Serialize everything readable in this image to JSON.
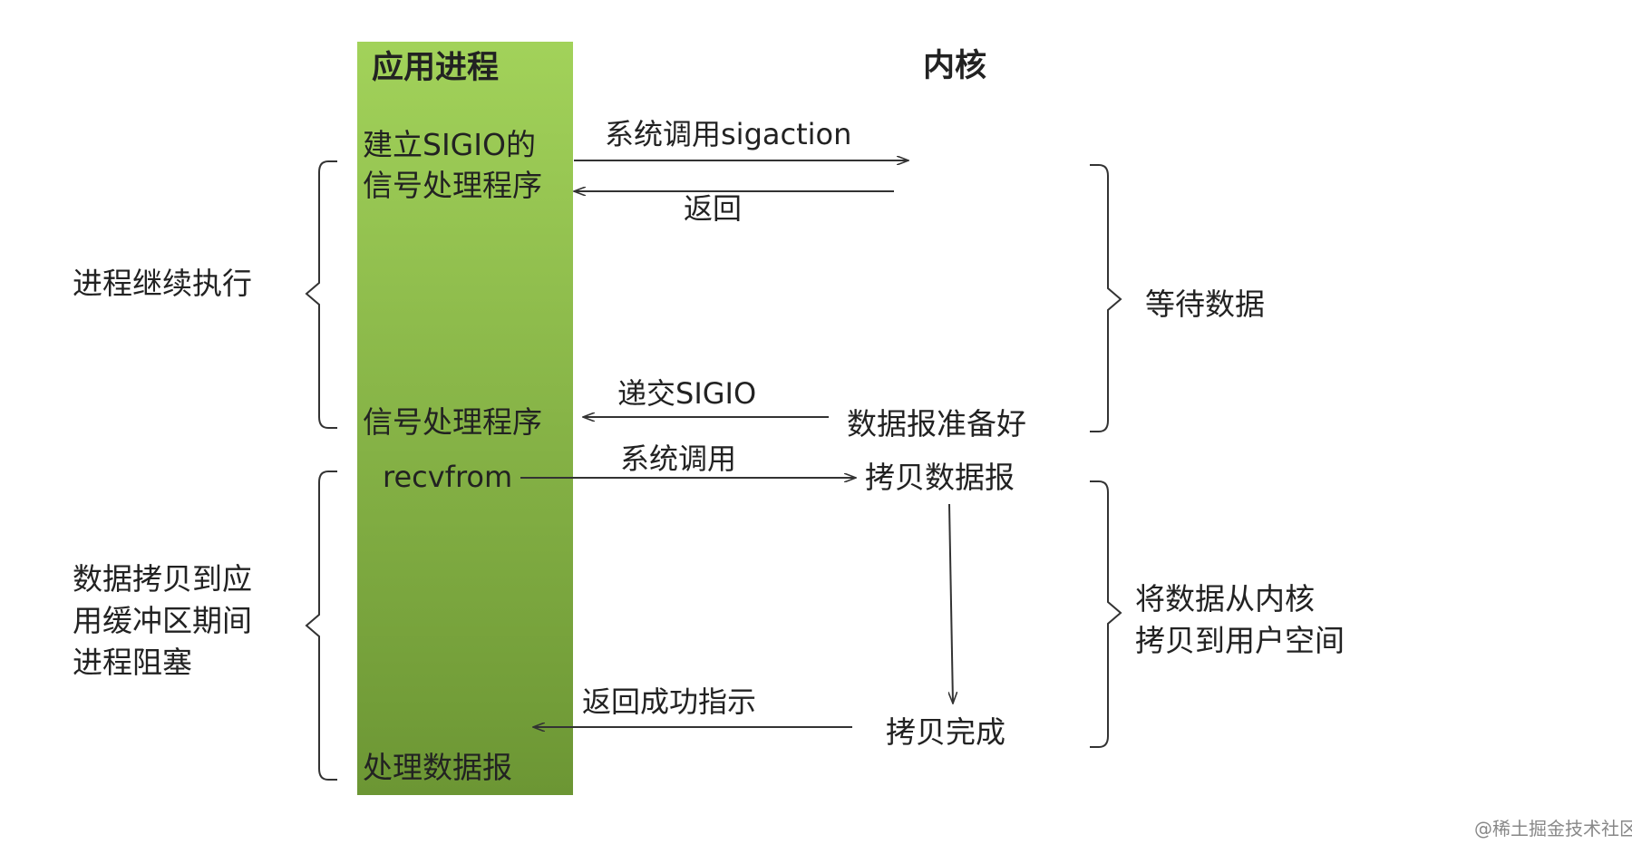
{
  "columns": {
    "app_process": "应用进程",
    "kernel": "内核"
  },
  "app_steps": {
    "setup_handler_line1": "建立SIGIO的",
    "setup_handler_line2": "信号处理程序",
    "signal_handler": "信号处理程序",
    "recvfrom": "recvfrom",
    "process_datagram": "处理数据报"
  },
  "arrows": {
    "syscall_sigaction": "系统调用sigaction",
    "return": "返回",
    "deliver_sigio": "递交SIGIO",
    "syscall": "系统调用",
    "return_success": "返回成功指示"
  },
  "kernel_steps": {
    "datagram_ready": "数据报准备好",
    "copy_datagram": "拷贝数据报",
    "copy_done": "拷贝完成"
  },
  "left_phases": {
    "continue": "进程继续执行",
    "blocked_lines": [
      "数据拷贝到应",
      "用缓冲区期间",
      "进程阻塞"
    ]
  },
  "right_phases": {
    "wait_data": "等待数据",
    "copy_lines": [
      "将数据从内核",
      "拷贝到用户空间"
    ]
  },
  "watermark": "@稀土掘金技术社区",
  "colors": {
    "bar_top": "#9ccc50",
    "bar_bottom": "#6f9a36",
    "line": "#333333",
    "text": "#222222"
  }
}
